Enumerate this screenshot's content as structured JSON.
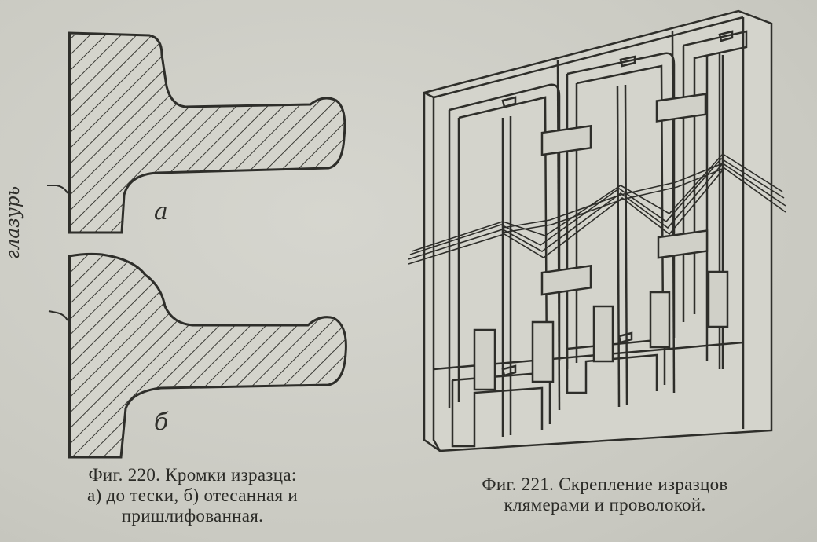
{
  "figure_220": {
    "label_a": "а",
    "label_b": "б",
    "glaze_label": "глазурь",
    "caption_lines": [
      "Фиг. 220. Кромки изразца:",
      "а) до тески, б) отесанная и",
      "пришлифованная."
    ]
  },
  "figure_221": {
    "caption_lines": [
      "Фиг. 221. Скрепление изразцов",
      "клямерами и проволокой."
    ]
  }
}
